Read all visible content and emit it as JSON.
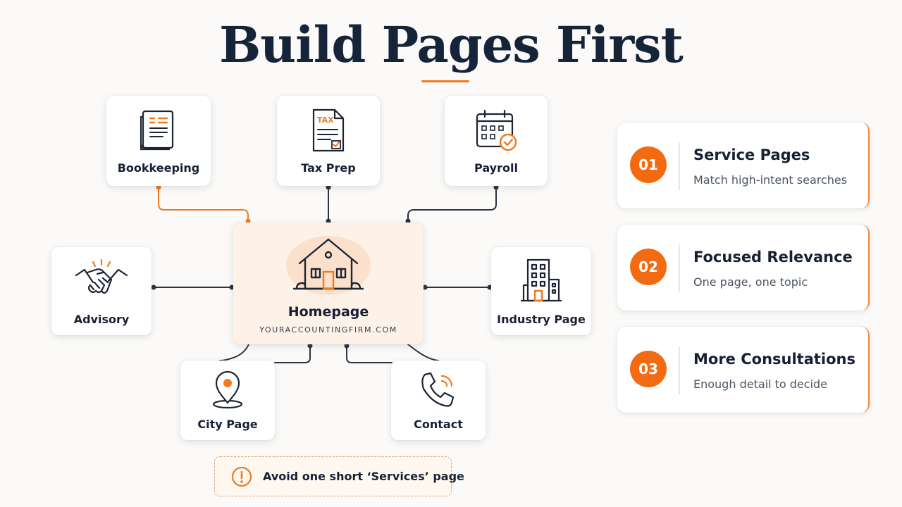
{
  "title": "Build Pages First",
  "hub": {
    "label": "Homepage",
    "url": "YOURACCOUNTINGFIRM.COM"
  },
  "pages": {
    "bookkeeping": "Bookkeeping",
    "tax_prep": "Tax Prep",
    "payroll": "Payroll",
    "advisory": "Advisory",
    "industry": "Industry Page",
    "city": "City Page",
    "contact": "Contact"
  },
  "icon_text": {
    "tax": "TAX"
  },
  "benefits": [
    {
      "num": "01",
      "title": "Service Pages",
      "subtitle": "Match high-intent searches"
    },
    {
      "num": "02",
      "title": "Focused Relevance",
      "subtitle": "One page, one topic"
    },
    {
      "num": "03",
      "title": "More Consultations",
      "subtitle": "Enough detail to decide"
    }
  ],
  "warning": {
    "text": "Avoid one short ‘Services’ page",
    "icon": "exclamation-circle-icon"
  },
  "colors": {
    "accent": "#f26b12",
    "navy": "#16243a",
    "connector": "#2b3445",
    "hub_bg": "#fdf1e8"
  }
}
